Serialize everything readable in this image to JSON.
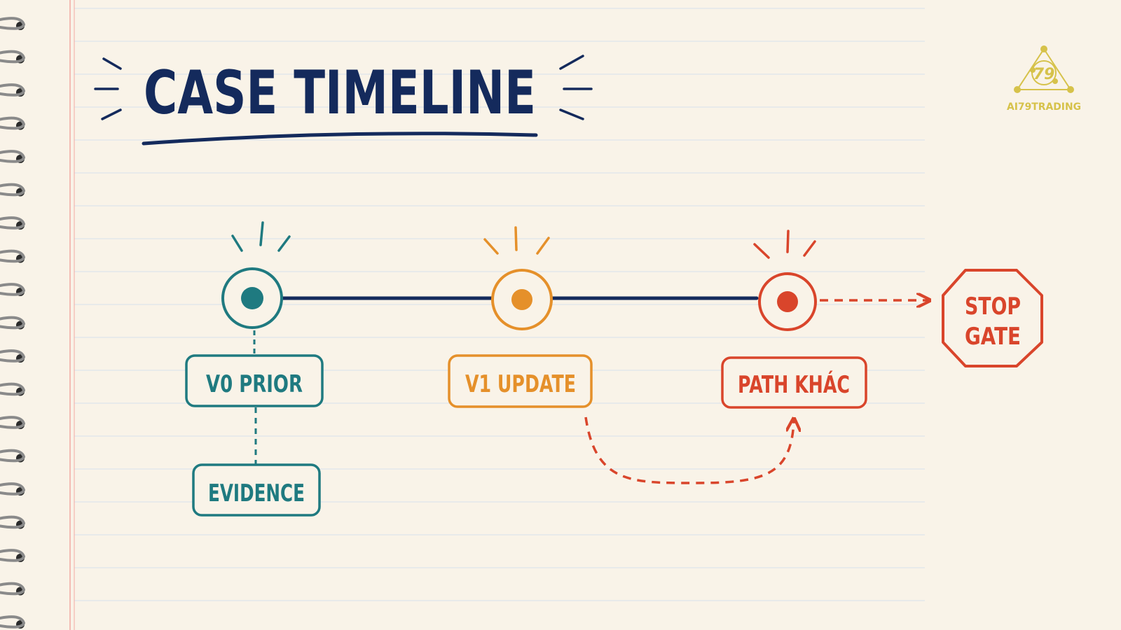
{
  "title": "CASE TIMELINE",
  "logo": {
    "mark_text": "79",
    "name": "AI79TRADING"
  },
  "colors": {
    "paper": "#f9f3e8",
    "rule_line": "#dfe5ea",
    "margin_line": "#f2a9a2",
    "ink": "#142a5c",
    "teal": "#1f7a80",
    "orange": "#e5902a",
    "red": "#d9452b",
    "logo_gold": "#d6c24a"
  },
  "nodes": [
    {
      "id": "v0",
      "label": "V0 PRIOR",
      "color": "teal"
    },
    {
      "id": "v1",
      "label": "V1 UPDATE",
      "color": "orange"
    },
    {
      "id": "path",
      "label": "PATH KHÁC",
      "color": "red"
    }
  ],
  "evidence": {
    "label": "EVIDENCE",
    "color": "teal"
  },
  "stop_gate": {
    "line1": "STOP",
    "line2": "GATE",
    "color": "red"
  }
}
